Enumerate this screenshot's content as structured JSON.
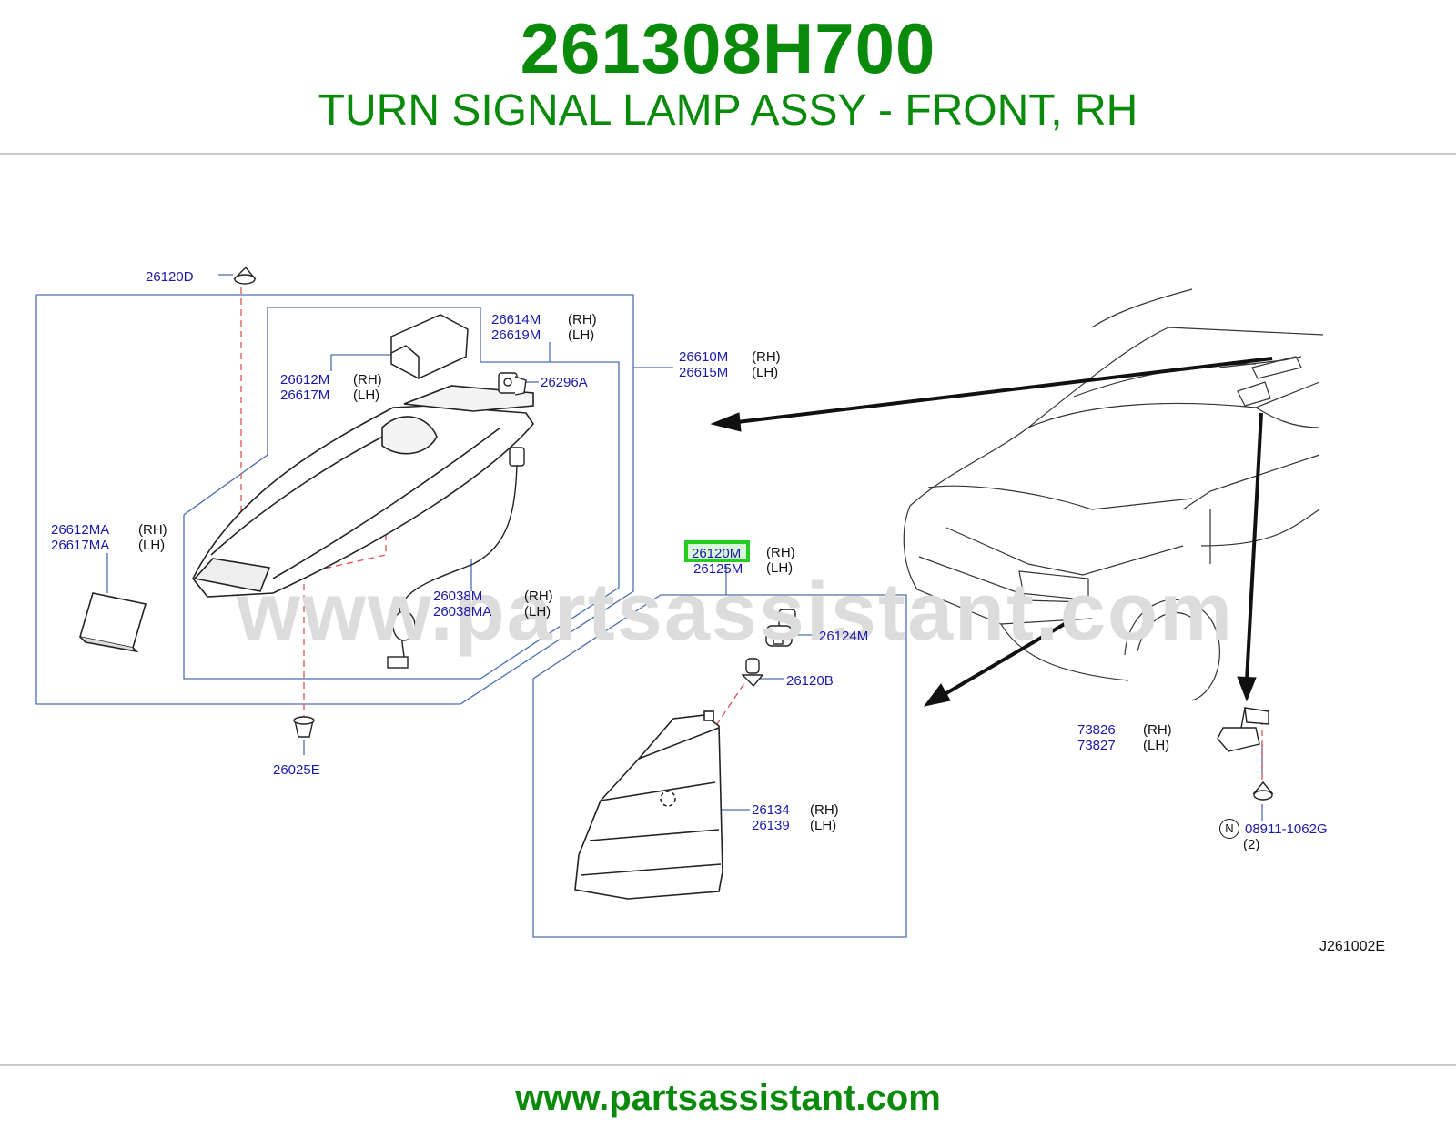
{
  "header": {
    "part_number": "261308H700",
    "title": "TURN SIGNAL LAMP ASSY - FRONT, RH"
  },
  "footer": {
    "url": "www.partsassistant.com"
  },
  "watermark": "www.partsassistant.com",
  "diagram": {
    "reference_code": "J261002E",
    "callouts": {
      "p26120D": "26120D",
      "p26614M": "26614M",
      "p26619M": "26619M",
      "p26610M": "26610M",
      "p26615M": "26615M",
      "p26612M": "26612M",
      "p26617M": "26617M",
      "p26296A": "26296A",
      "p26612MA": "26612MA",
      "p26617MA": "26617MA",
      "p26038M": "26038M",
      "p26038MA": "26038MA",
      "p26025E": "26025E",
      "p26120M": "26120M",
      "p26125M": "26125M",
      "p26124M": "26124M",
      "p26120B": "26120B",
      "p26134": "26134",
      "p26139": "26139",
      "p73826": "73826",
      "p73827": "73827",
      "p08911": "08911-1062G"
    },
    "side_rh": "(RH)",
    "side_lh": "(LH)",
    "nut_symbol": "N",
    "nut_qty": "(2)"
  },
  "colors": {
    "brand_green": "#0a8a0a",
    "callout_blue": "#1a1aa8",
    "frame_blue": "#4a6fb0",
    "leader_red": "#e05050",
    "highlight_green": "#22cc22"
  }
}
